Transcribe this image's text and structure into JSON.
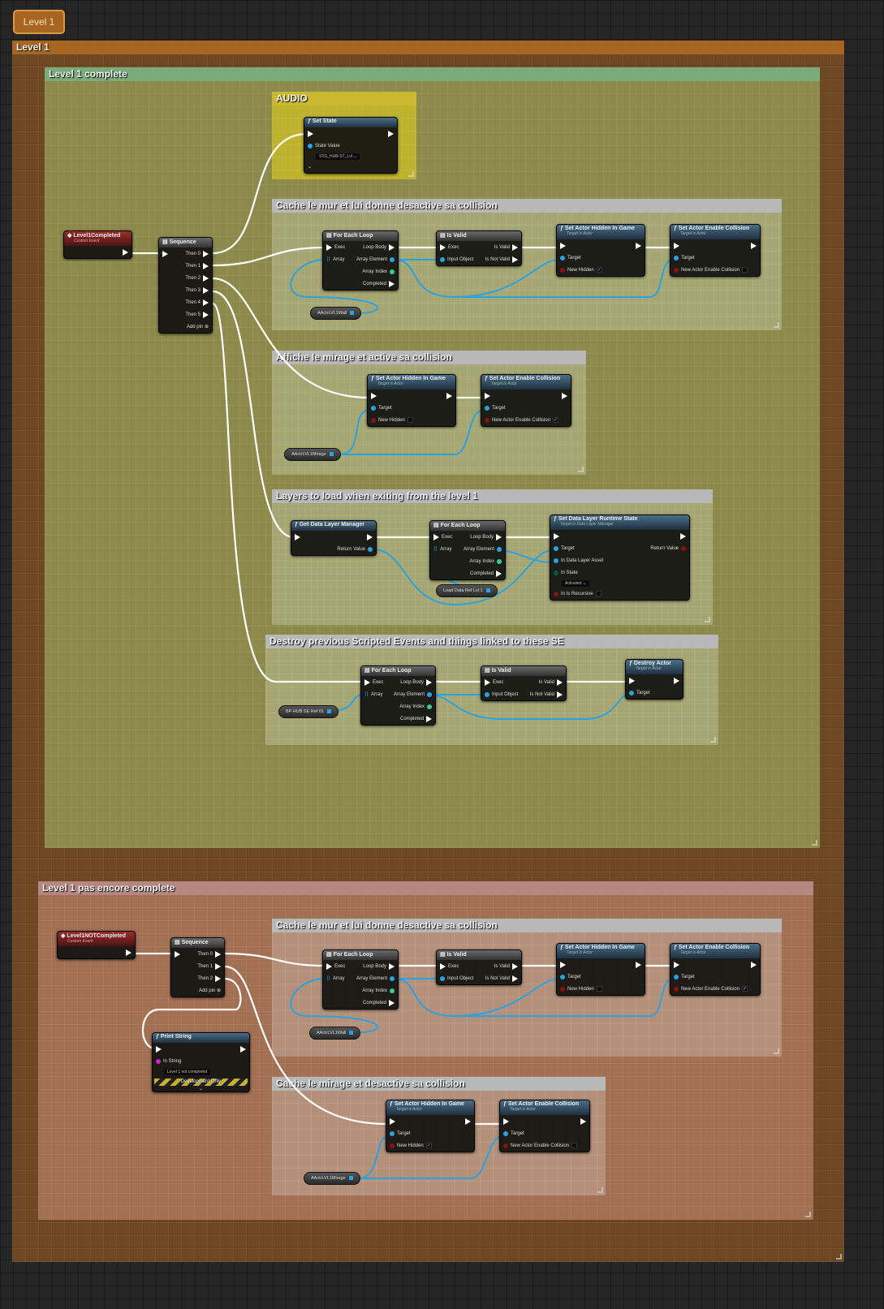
{
  "level_tab": "Level 1",
  "colors": {
    "outer": "#a7651f",
    "green": "#7aab7a",
    "yellow": "#bfb232",
    "pink": "#b58780",
    "section": "#b8b8b8",
    "exec": "#ffffff",
    "object": "#29a3e0"
  },
  "comments": [
    {
      "id": "outer",
      "title": "Level 1"
    },
    {
      "id": "complete",
      "title": "Level 1 complete"
    },
    {
      "id": "audio",
      "title": "AUDIO"
    },
    {
      "id": "c1",
      "title": "Cache le mur et lui donne desactive sa collision"
    },
    {
      "id": "c2",
      "title": "Affiche le mirage et active sa collision"
    },
    {
      "id": "c3",
      "title": "Layers to load when exiting from the level 1"
    },
    {
      "id": "c4",
      "title": "Destroy previous Scripted Events and things linked to these SE"
    },
    {
      "id": "notcomplete",
      "title": "Level 1 pas encore complete"
    },
    {
      "id": "c5",
      "title": "Cache le mur et lui donne desactive sa collision"
    },
    {
      "id": "c6",
      "title": "Cache le mirage et desactive sa collision"
    }
  ],
  "nodes": [
    {
      "id": "ev1",
      "type": "event",
      "title": "Level1Completed",
      "subtitle": "Custom Event",
      "rows": [
        {
          "r": "",
          "rt": "exec"
        }
      ]
    },
    {
      "id": "seq1",
      "type": "macro",
      "title": "Sequence",
      "rows": [
        {
          "lt": "exec",
          "r": "Then 0",
          "rt": "exec"
        },
        {
          "r": "Then 1",
          "rt": "exec"
        },
        {
          "r": "Then 2",
          "rt": "exec"
        },
        {
          "r": "Then 3",
          "rt": "exec"
        },
        {
          "r": "Then 4",
          "rt": "exec"
        },
        {
          "r": "Then 5",
          "rt": "exec"
        },
        {
          "r": "Add pin ⊕"
        }
      ]
    },
    {
      "id": "setstate",
      "type": "func",
      "title": "Set State",
      "rows": [
        {
          "lt": "exec",
          "rt": "exec"
        },
        {
          "l": "State Value",
          "lt": "obj",
          "dd": "STG_HUB-ST_Lvl ⌄"
        },
        {
          "l": "⌄"
        }
      ]
    },
    {
      "id": "fel1",
      "type": "macro",
      "title": "For Each Loop",
      "rows": [
        {
          "l": "Exec",
          "lt": "exec",
          "r": "Loop Body",
          "rt": "exec"
        },
        {
          "l": "Array",
          "lt": "arr",
          "r": "Array Element",
          "rt": "obj"
        },
        {
          "r": "Array Index",
          "rt": "int"
        },
        {
          "r": "Completed",
          "rt": "exec"
        }
      ]
    },
    {
      "id": "isv1",
      "type": "macro",
      "title": "Is Valid",
      "rows": [
        {
          "l": "Exec",
          "lt": "exec",
          "r": "Is Valid",
          "rt": "exec"
        },
        {
          "l": "Input Object",
          "lt": "obj",
          "r": "Is Not Valid",
          "rt": "exec"
        }
      ]
    },
    {
      "id": "hid1",
      "type": "func",
      "title": "Set Actor Hidden In Game",
      "subtitle": "Target is Actor",
      "rows": [
        {
          "lt": "exec",
          "rt": "exec"
        },
        {
          "l": "Target",
          "lt": "obj"
        },
        {
          "l": "New Hidden",
          "lt": "bool",
          "cb": true
        }
      ]
    },
    {
      "id": "col1",
      "type": "func",
      "title": "Set Actor Enable Collision",
      "subtitle": "Target is Actor",
      "rows": [
        {
          "lt": "exec",
          "rt": "exec"
        },
        {
          "l": "Target",
          "lt": "obj"
        },
        {
          "l": "New Actor Enable Collision",
          "lt": "bool",
          "cb": false
        }
      ]
    },
    {
      "id": "hid2",
      "type": "func",
      "title": "Set Actor Hidden In Game",
      "subtitle": "Target is Actor",
      "rows": [
        {
          "lt": "exec",
          "rt": "exec"
        },
        {
          "l": "Target",
          "lt": "obj"
        },
        {
          "l": "New Hidden",
          "lt": "bool",
          "cb": false
        }
      ]
    },
    {
      "id": "col2",
      "type": "func",
      "title": "Set Actor Enable Collision",
      "subtitle": "Target is Actor",
      "rows": [
        {
          "lt": "exec",
          "rt": "exec"
        },
        {
          "l": "Target",
          "lt": "obj"
        },
        {
          "l": "New Actor Enable Collision",
          "lt": "bool",
          "cb": true
        }
      ]
    },
    {
      "id": "gdlm",
      "type": "func",
      "title": "Get Data Layer Manager",
      "rows": [
        {
          "lt": "exec",
          "rt": "exec"
        },
        {
          "r": "Return Value",
          "rt": "obj"
        }
      ]
    },
    {
      "id": "fel2",
      "type": "macro",
      "title": "For Each Loop",
      "rows": [
        {
          "l": "Exec",
          "lt": "exec",
          "r": "Loop Body",
          "rt": "exec"
        },
        {
          "l": "Array",
          "lt": "arr",
          "r": "Array Element",
          "rt": "obj"
        },
        {
          "r": "Array Index",
          "rt": "int"
        },
        {
          "r": "Completed",
          "rt": "exec"
        }
      ]
    },
    {
      "id": "sdl",
      "type": "func",
      "title": "Set Data Layer Runtime State",
      "subtitle": "Target is Data Layer Manager",
      "rows": [
        {
          "lt": "exec",
          "rt": "exec"
        },
        {
          "l": "Target",
          "lt": "obj",
          "r": "Return Value",
          "rt": "bool"
        },
        {
          "l": "In Data Layer Asset",
          "lt": "obj"
        },
        {
          "l": "In State",
          "lt": "enum",
          "dd": "Activated ⌄"
        },
        {
          "l": "In Is Recursive",
          "lt": "bool",
          "cb": false
        }
      ]
    },
    {
      "id": "fel3",
      "type": "macro",
      "title": "For Each Loop",
      "rows": [
        {
          "l": "Exec",
          "lt": "exec",
          "r": "Loop Body",
          "rt": "exec"
        },
        {
          "l": "Array",
          "lt": "arr",
          "r": "Array Element",
          "rt": "obj"
        },
        {
          "r": "Array Index",
          "rt": "int"
        },
        {
          "r": "Completed",
          "rt": "exec"
        }
      ]
    },
    {
      "id": "isv2",
      "type": "macro",
      "title": "Is Valid",
      "rows": [
        {
          "l": "Exec",
          "lt": "exec",
          "r": "Is Valid",
          "rt": "exec"
        },
        {
          "l": "Input Object",
          "lt": "obj",
          "r": "Is Not Valid",
          "rt": "exec"
        }
      ]
    },
    {
      "id": "destroy",
      "type": "func",
      "title": "Destroy Actor",
      "subtitle": "Target is Actor",
      "rows": [
        {
          "lt": "exec",
          "rt": "exec"
        },
        {
          "l": "Target",
          "lt": "obj"
        }
      ]
    },
    {
      "id": "ev2",
      "type": "event",
      "title": "Level1NOTCompleted",
      "subtitle": "Custom Event",
      "rows": [
        {
          "r": "",
          "rt": "exec"
        }
      ]
    },
    {
      "id": "seq2",
      "type": "macro",
      "title": "Sequence",
      "rows": [
        {
          "lt": "exec",
          "r": "Then 0",
          "rt": "exec"
        },
        {
          "r": "Then 1",
          "rt": "exec"
        },
        {
          "r": "Then 2",
          "rt": "exec"
        },
        {
          "r": "Add pin ⊕"
        }
      ]
    },
    {
      "id": "print",
      "type": "func",
      "title": "Print String",
      "rows": [
        {
          "lt": "exec",
          "rt": "exec"
        },
        {
          "l": "In String",
          "lt": "str",
          "dd": "Level 1 not completed"
        }
      ],
      "banner": "Development Only"
    },
    {
      "id": "fel4",
      "type": "macro",
      "title": "For Each Loop",
      "rows": [
        {
          "l": "Exec",
          "lt": "exec",
          "r": "Loop Body",
          "rt": "exec"
        },
        {
          "l": "Array",
          "lt": "arr",
          "r": "Array Element",
          "rt": "obj"
        },
        {
          "r": "Array Index",
          "rt": "int"
        },
        {
          "r": "Completed",
          "rt": "exec"
        }
      ]
    },
    {
      "id": "isv3",
      "type": "macro",
      "title": "Is Valid",
      "rows": [
        {
          "l": "Exec",
          "lt": "exec",
          "r": "Is Valid",
          "rt": "exec"
        },
        {
          "l": "Input Object",
          "lt": "obj",
          "r": "Is Not Valid",
          "rt": "exec"
        }
      ]
    },
    {
      "id": "hid3",
      "type": "func",
      "title": "Set Actor Hidden In Game",
      "subtitle": "Target is Actor",
      "rows": [
        {
          "lt": "exec",
          "rt": "exec"
        },
        {
          "l": "Target",
          "lt": "obj"
        },
        {
          "l": "New Hidden",
          "lt": "bool",
          "cb": false
        }
      ]
    },
    {
      "id": "col3",
      "type": "func",
      "title": "Set Actor Enable Collision",
      "subtitle": "Target is Actor",
      "rows": [
        {
          "lt": "exec",
          "rt": "exec"
        },
        {
          "l": "Target",
          "lt": "obj"
        },
        {
          "l": "New Actor Enable Collision",
          "lt": "bool",
          "cb": true
        }
      ]
    },
    {
      "id": "hid4",
      "type": "func",
      "title": "Set Actor Hidden In Game",
      "subtitle": "Target is Actor",
      "rows": [
        {
          "lt": "exec",
          "rt": "exec"
        },
        {
          "l": "Target",
          "lt": "obj"
        },
        {
          "l": "New Hidden",
          "lt": "bool",
          "cb": true
        }
      ]
    },
    {
      "id": "col4",
      "type": "func",
      "title": "Set Actor Enable Collision",
      "subtitle": "Target is Actor",
      "rows": [
        {
          "lt": "exec",
          "rt": "exec"
        },
        {
          "l": "Target",
          "lt": "obj"
        },
        {
          "l": "New Actor Enable Collision",
          "lt": "bool",
          "cb": false
        }
      ]
    }
  ],
  "variables": [
    {
      "id": "wall1",
      "label": "AActrLVL1Wall"
    },
    {
      "id": "mirage1",
      "label": "AActrLVL1Mirage"
    },
    {
      "id": "loadref",
      "label": "Load Data Ref Lvl 1"
    },
    {
      "id": "hubref",
      "label": "BP HUB SE Ref 01"
    },
    {
      "id": "wall2",
      "label": "AActrLVL1Wall"
    },
    {
      "id": "mirage2",
      "label": "AActrLVL1Mirage"
    }
  ]
}
